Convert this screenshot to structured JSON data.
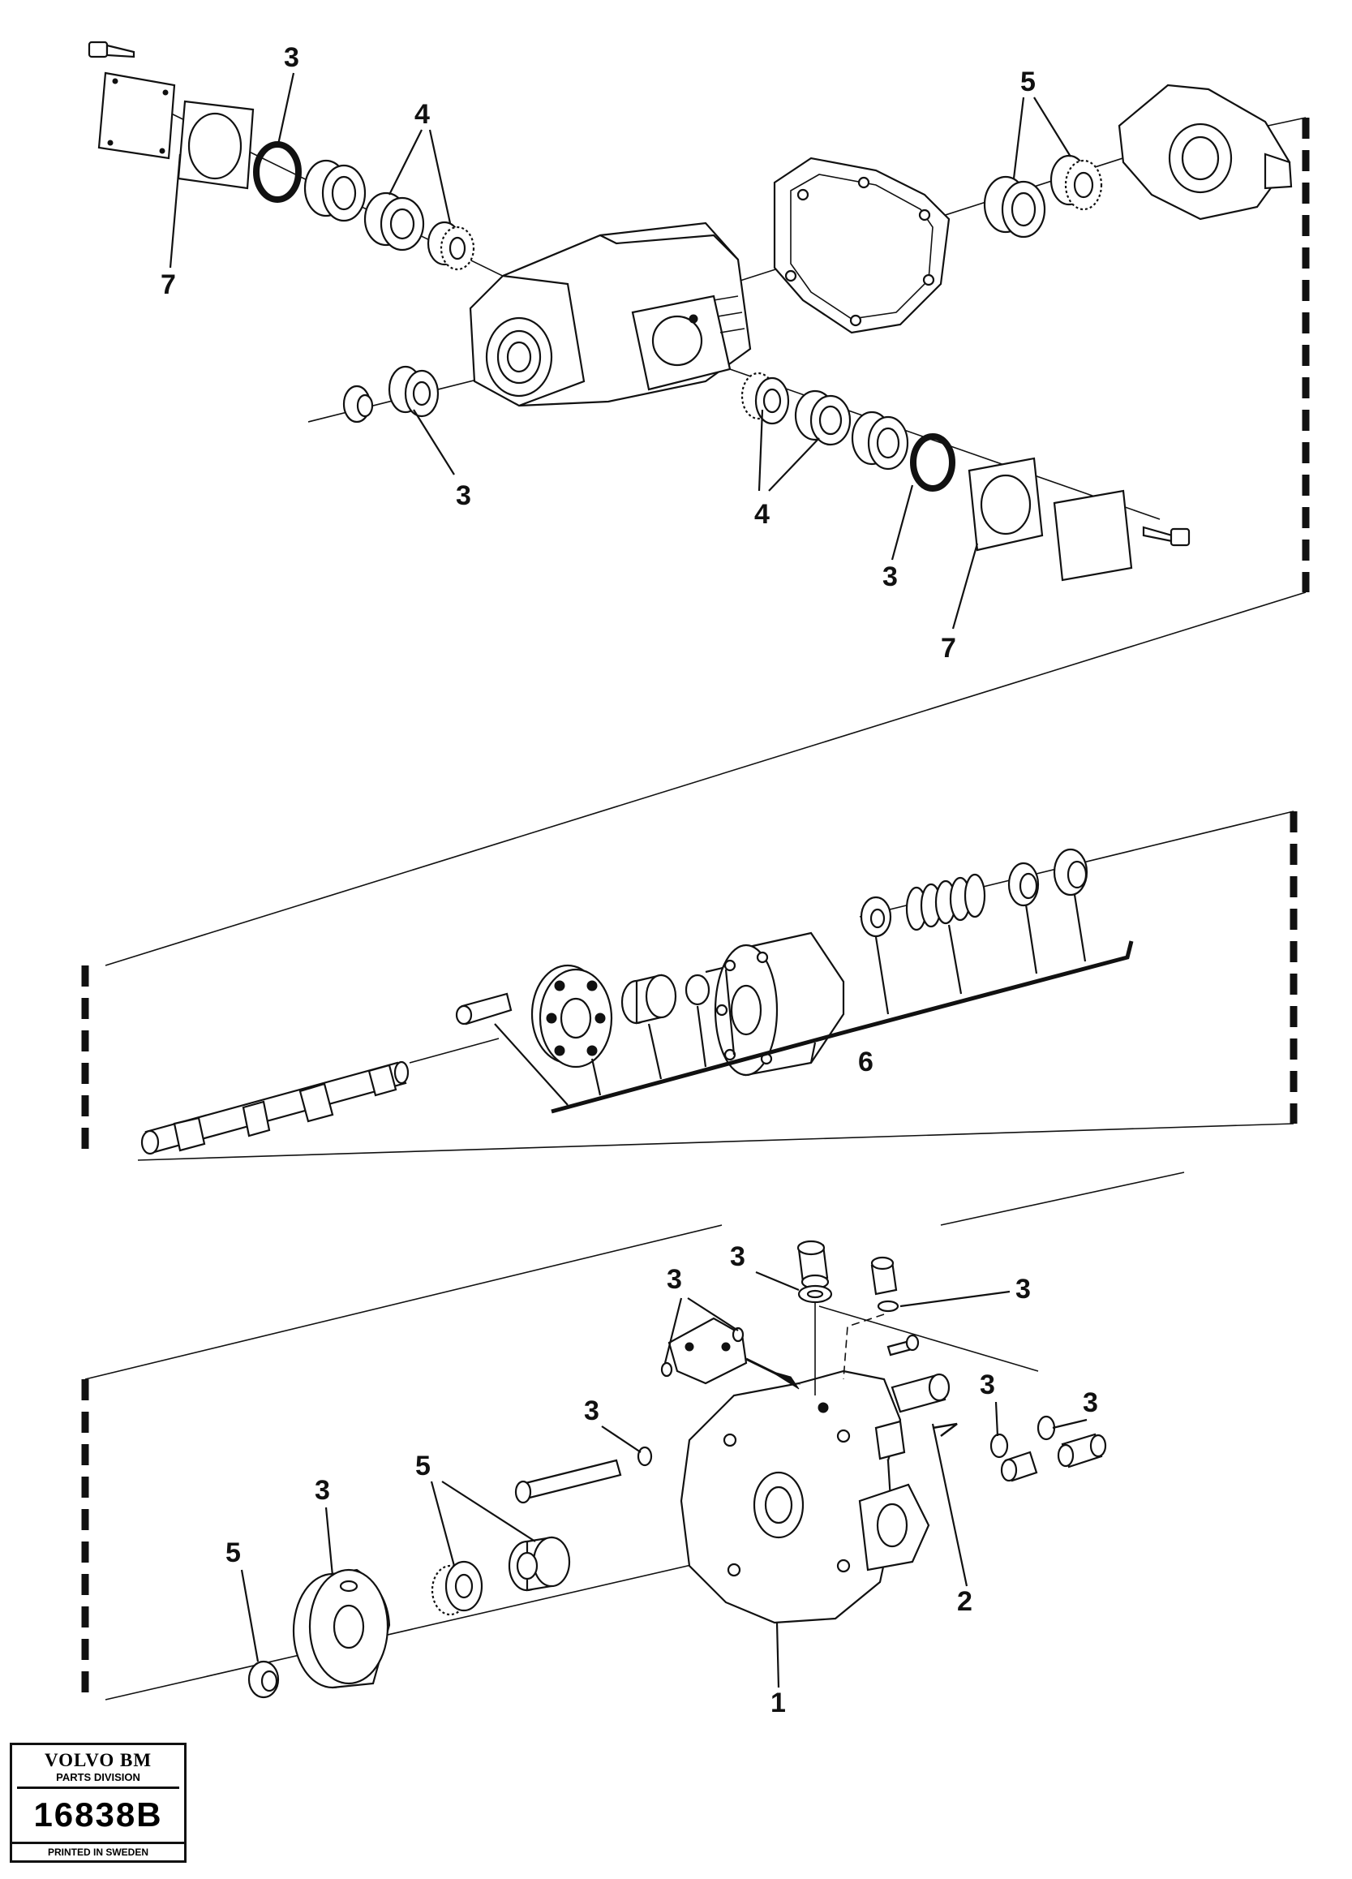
{
  "callouts": {
    "top_3_ring": "3",
    "top_4": "4",
    "top_5": "5",
    "top_7_left": "7",
    "top_3_lower": "3",
    "top_4_lower": "4",
    "top_3_right": "3",
    "top_7_right": "7",
    "mid_6": "6",
    "bot_3_a": "3",
    "bot_3_b": "3",
    "bot_3_c": "3",
    "bot_3_d": "3",
    "bot_3_e": "3",
    "bot_3_f": "3",
    "bot_3_g": "3",
    "bot_5_left": "5",
    "bot_5_mid": "5",
    "bot_2": "2",
    "bot_1": "1"
  },
  "stamp": {
    "brand": "VOLVO BM",
    "division": "PARTS DIVISION",
    "drawing_number": "16838B",
    "printed": "PRINTED IN SWEDEN"
  }
}
